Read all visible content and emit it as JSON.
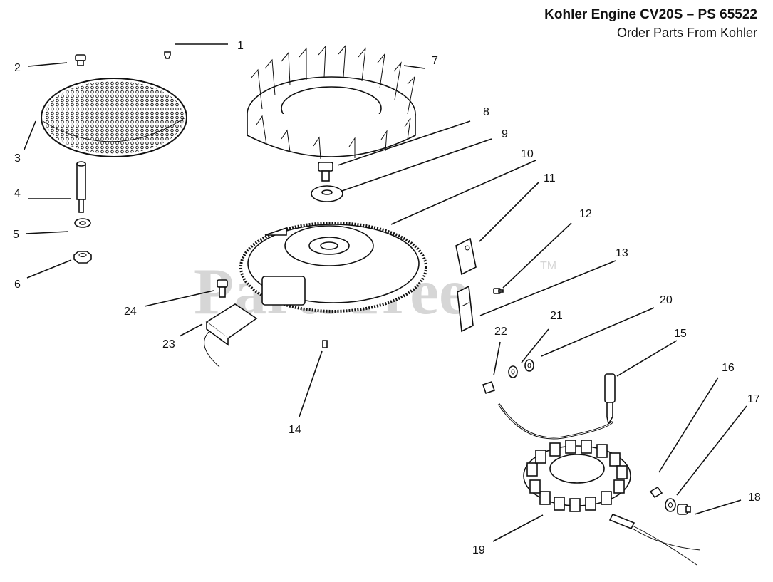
{
  "header": {
    "title": "Kohler Engine CV20S – PS 65522",
    "subtitle": "Order Parts From Kohler"
  },
  "watermark": {
    "text": "PartsTree",
    "tm": "TM"
  },
  "callouts": [
    "1",
    "2",
    "3",
    "4",
    "5",
    "6",
    "7",
    "8",
    "9",
    "10",
    "11",
    "12",
    "13",
    "14",
    "15",
    "16",
    "17",
    "18",
    "19",
    "20",
    "21",
    "22",
    "23",
    "24"
  ],
  "parts": [
    {
      "ref": "1",
      "icon": "small-screw-icon"
    },
    {
      "ref": "2",
      "icon": "screw-icon"
    },
    {
      "ref": "3",
      "icon": "grass-screen-icon"
    },
    {
      "ref": "4",
      "icon": "spacer-icon"
    },
    {
      "ref": "5",
      "icon": "washer-icon"
    },
    {
      "ref": "6",
      "icon": "nut-icon"
    },
    {
      "ref": "7",
      "icon": "fan-icon"
    },
    {
      "ref": "8",
      "icon": "screw-icon"
    },
    {
      "ref": "9",
      "icon": "washer-icon"
    },
    {
      "ref": "10",
      "icon": "flywheel-icon"
    },
    {
      "ref": "11",
      "icon": "bracket-icon"
    },
    {
      "ref": "12",
      "icon": "screw-icon"
    },
    {
      "ref": "13",
      "icon": "bracket-icon"
    },
    {
      "ref": "14",
      "icon": "key-icon"
    },
    {
      "ref": "15",
      "icon": "spark-plug-boot-icon"
    },
    {
      "ref": "16",
      "icon": "clip-icon"
    },
    {
      "ref": "17",
      "icon": "washer-icon"
    },
    {
      "ref": "18",
      "icon": "screw-icon"
    },
    {
      "ref": "19",
      "icon": "stator-icon"
    },
    {
      "ref": "20",
      "icon": "washer-icon"
    },
    {
      "ref": "21",
      "icon": "washer-icon"
    },
    {
      "ref": "22",
      "icon": "clip-icon"
    },
    {
      "ref": "23",
      "icon": "ignition-module-icon"
    },
    {
      "ref": "24",
      "icon": "screw-icon"
    }
  ]
}
